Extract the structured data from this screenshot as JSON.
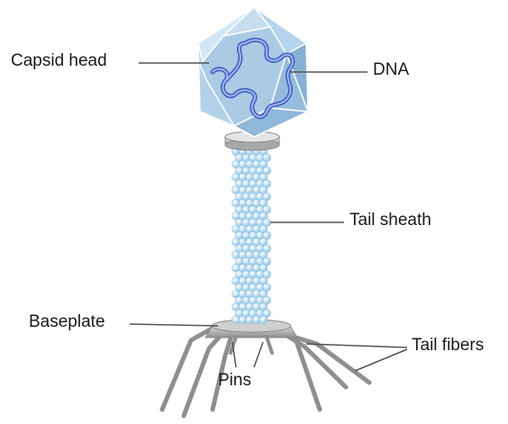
{
  "labels": {
    "capsid_head": "Capsid head",
    "dna": "DNA",
    "tail_sheath": "Tail sheath",
    "baseplate": "Baseplate",
    "tail_fibers": "Tail fibers",
    "pins": "Pins"
  },
  "colors": {
    "capsid_light": "#d2e6f3",
    "capsid_mid": "#a9cbe4",
    "capsid_dark": "#86b0d3",
    "dna": "#3f5fc4",
    "sheath_bead": "#b8dcf2",
    "sheath_bead_edge": "#8fbfdd",
    "collar": "#c9c9c9",
    "fiber": "#8f8f8f",
    "leader": "#555555"
  }
}
